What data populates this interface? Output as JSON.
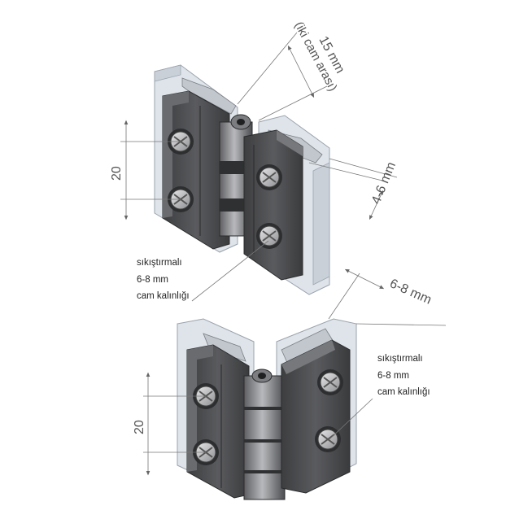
{
  "top_hinge": {
    "gap_label": "15 mm",
    "gap_sub_label": "(iki cam arası)",
    "thickness_label": "4-6 mm",
    "spacing_label": "20",
    "note_lines": [
      "sıkıştırmalı",
      "6-8 mm",
      "cam kalınlığı"
    ]
  },
  "bottom_hinge": {
    "thickness_label": "6-8 mm",
    "spacing_label": "20",
    "note_lines": [
      "sıkıştırmalı",
      "6-8 mm",
      "cam kalınlığı"
    ]
  },
  "colors": {
    "metal": "#4a4b4d",
    "metal_light": "#8a8b8e",
    "glass": "#d5dbe2",
    "dimension_line": "#777777"
  }
}
